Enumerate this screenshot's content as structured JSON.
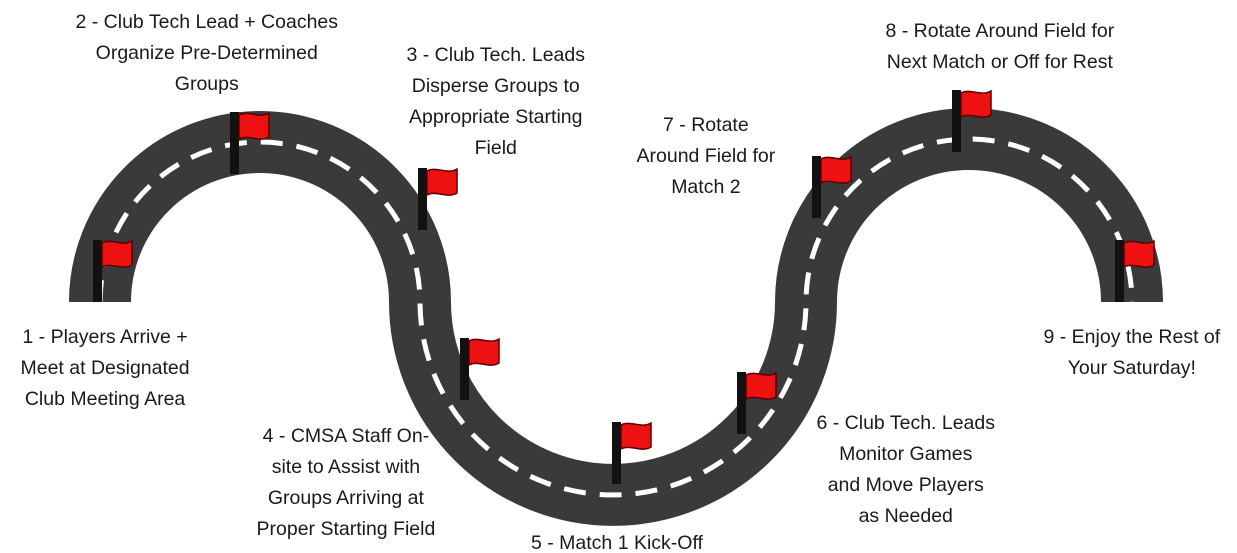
{
  "colors": {
    "road": "#3a3a3a",
    "dash": "#ffffff",
    "flag": "#ee1111",
    "flag_outline": "#5a0000",
    "pole": "#111111",
    "text": "#1a1a1a"
  },
  "steps": [
    {
      "number": 1,
      "lines": [
        "1 - Players Arrive +",
        "Meet at Designated",
        "Club Meeting Area"
      ]
    },
    {
      "number": 2,
      "lines": [
        "2 - Club Tech Lead + Coaches",
        "Organize Pre-Determined",
        "Groups"
      ]
    },
    {
      "number": 3,
      "lines": [
        "3 - Club Tech. Leads",
        "Disperse Groups to",
        "Appropriate Starting",
        "Field"
      ]
    },
    {
      "number": 4,
      "lines": [
        "4 - CMSA Staff On-",
        "site to Assist with",
        "Groups Arriving at",
        "Proper Starting Field"
      ]
    },
    {
      "number": 5,
      "lines": [
        "5 - Match 1 Kick-Off"
      ]
    },
    {
      "number": 6,
      "lines": [
        "6 - Club Tech. Leads",
        "Monitor Games",
        "and Move Players",
        "as Needed"
      ]
    },
    {
      "number": 7,
      "lines": [
        "7 - Rotate",
        "Around  Field for",
        "Match 2"
      ]
    },
    {
      "number": 8,
      "lines": [
        "8 - Rotate Around Field for",
        "Next Match or Off for Rest"
      ]
    },
    {
      "number": 9,
      "lines": [
        "9 - Enjoy the Rest of",
        "Your Saturday!"
      ]
    }
  ],
  "flags": [
    {
      "step": 1,
      "icon": "red-flag-icon"
    },
    {
      "step": 2,
      "icon": "red-flag-icon"
    },
    {
      "step": 3,
      "icon": "red-flag-icon"
    },
    {
      "step": 4,
      "icon": "red-flag-icon"
    },
    {
      "step": 5,
      "icon": "red-flag-icon"
    },
    {
      "step": 6,
      "icon": "red-flag-icon"
    },
    {
      "step": 7,
      "icon": "red-flag-icon"
    },
    {
      "step": 8,
      "icon": "red-flag-icon"
    },
    {
      "step": 9,
      "icon": "red-flag-icon"
    }
  ]
}
